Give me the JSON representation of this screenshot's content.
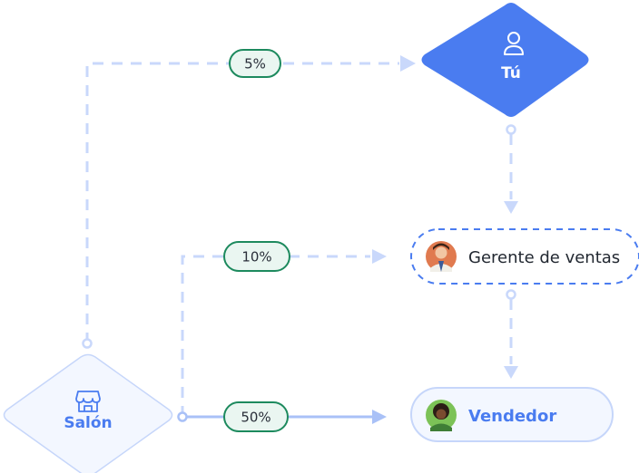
{
  "nodes": {
    "you": {
      "label": "Tú"
    },
    "manager": {
      "label": "Gerente de ventas"
    },
    "seller": {
      "label": "Vendedor"
    },
    "salon": {
      "label": "Salón"
    }
  },
  "percentages": {
    "to_you": "5%",
    "to_manager": "10%",
    "to_seller": "50%"
  },
  "colors": {
    "accent": "#4a7cf0",
    "dashed_line": "#c9d8fb",
    "solid_line": "#a9c1f7",
    "pill_border": "#1d8a5e",
    "pill_fill": "#eaf6f1",
    "salon_fill": "#f3f7ff",
    "salon_border": "#c6d6fa",
    "seller_fill": "#f3f7ff"
  },
  "icons": {
    "you": "user-icon",
    "salon": "store-icon",
    "manager_avatar": "avatar-man",
    "seller_avatar": "avatar-woman"
  }
}
